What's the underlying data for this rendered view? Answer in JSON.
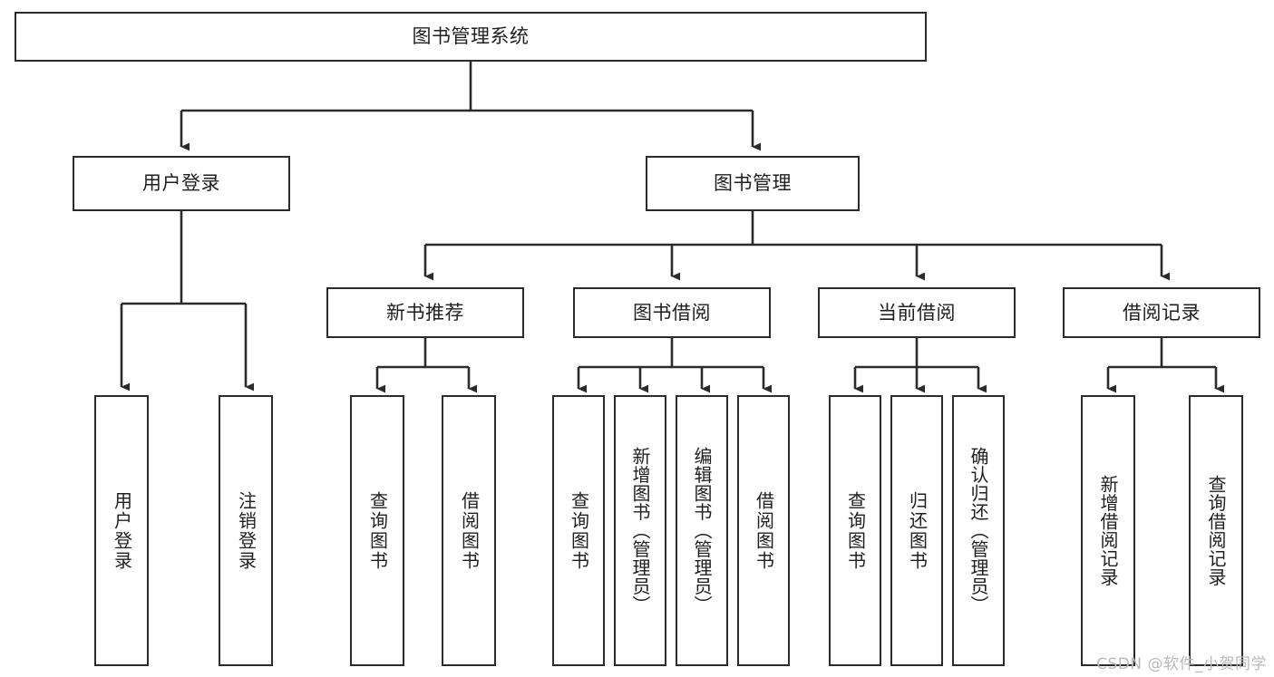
{
  "diagram": {
    "type": "tree",
    "title": "图书管理系统",
    "root": {
      "label": "图书管理系统"
    },
    "level2": [
      {
        "label": "用户登录"
      },
      {
        "label": "图书管理"
      }
    ],
    "level3": [
      {
        "label": "新书推荐"
      },
      {
        "label": "图书借阅"
      },
      {
        "label": "当前借阅"
      },
      {
        "label": "借阅记录"
      }
    ],
    "leaves": {
      "user_login": [
        {
          "label": "用户登录"
        },
        {
          "label": "注销登录"
        }
      ],
      "new_book": [
        {
          "label": "查询图书"
        },
        {
          "label": "借阅图书"
        }
      ],
      "book_borrow": [
        {
          "label": "查询图书"
        },
        {
          "label": "新增图书（管理员）"
        },
        {
          "label": "编辑图书（管理员）"
        },
        {
          "label": "借阅图书"
        }
      ],
      "current_borrow": [
        {
          "label": "查询图书"
        },
        {
          "label": "归还图书"
        },
        {
          "label": "确认归还（管理员）"
        }
      ],
      "borrow_record": [
        {
          "label": "新增借阅记录"
        },
        {
          "label": "查询借阅记录"
        }
      ]
    }
  },
  "watermark": {
    "text": "CSDN @软件_小贺同学"
  },
  "colors": {
    "background": "#ffffff",
    "border": "#2b2b2b",
    "connector": "#2b2b2b",
    "text": "#1f1f1f",
    "watermark": "#b9b9b9"
  }
}
